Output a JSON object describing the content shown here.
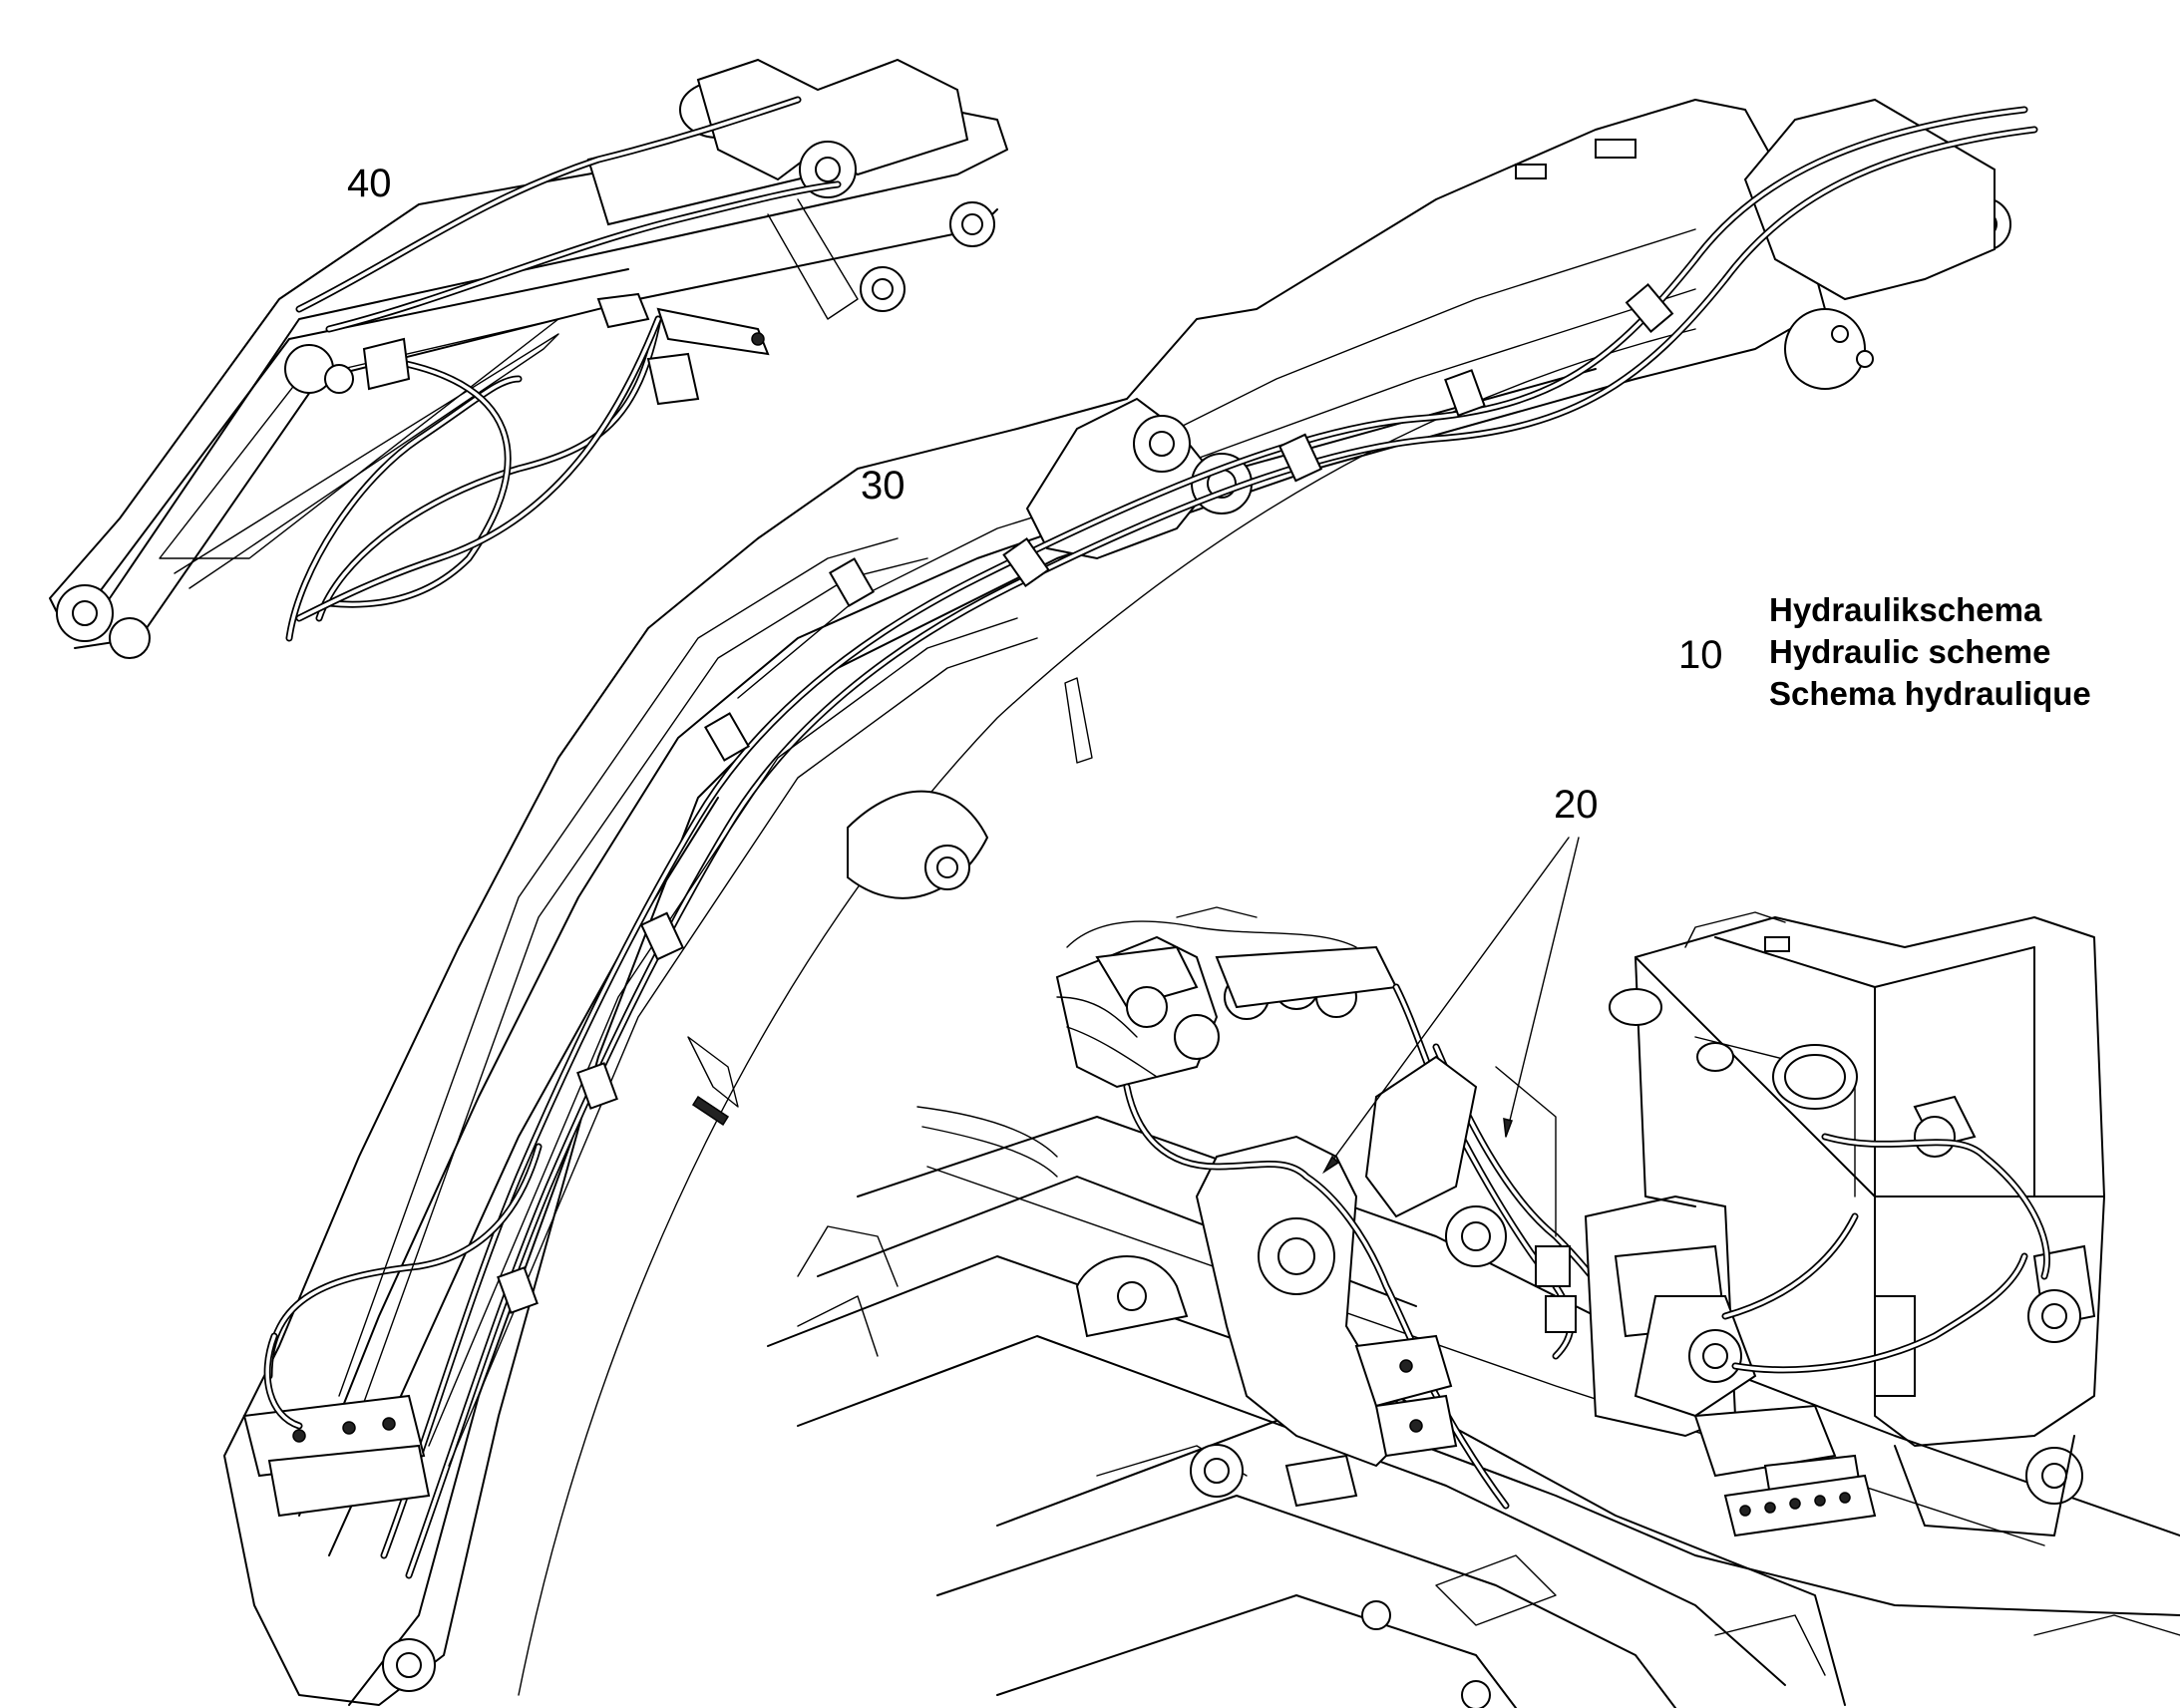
{
  "callouts": {
    "c10": "10",
    "c20": "20",
    "c30": "30",
    "c40": "40"
  },
  "legend": {
    "de": "Hydraulikschema",
    "en": "Hydraulic scheme",
    "fr": "Schema hydraulique"
  }
}
